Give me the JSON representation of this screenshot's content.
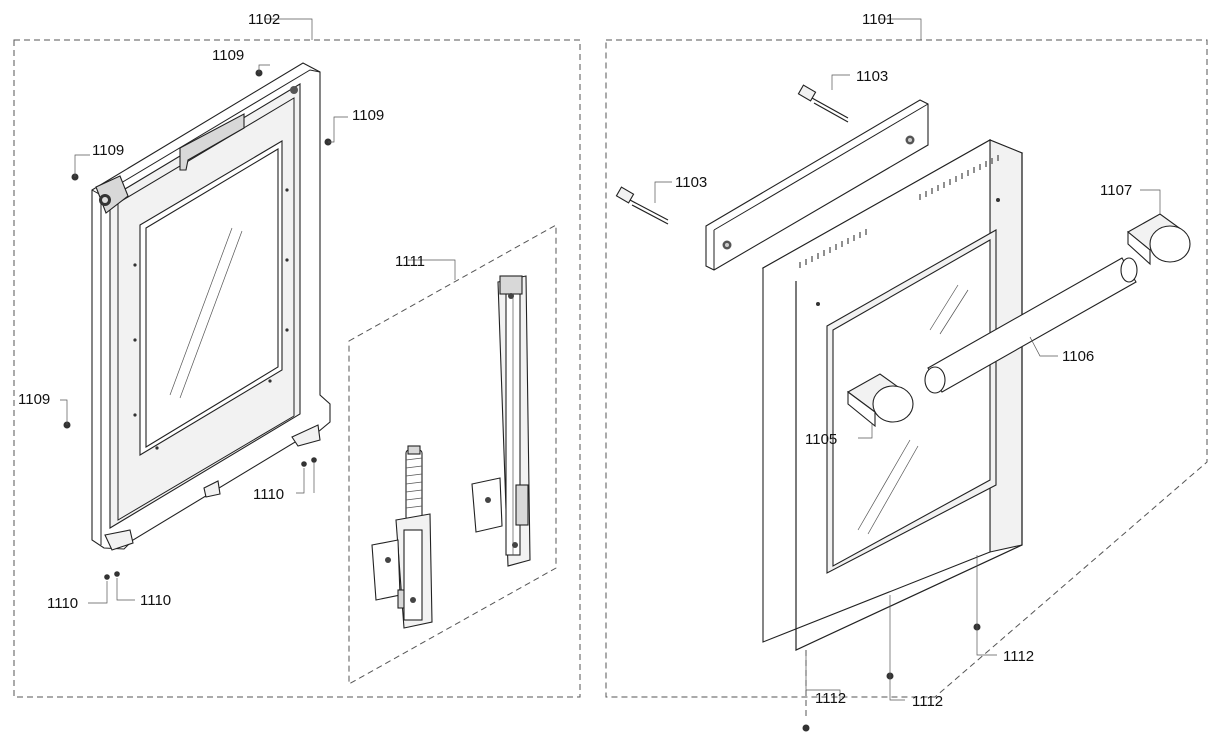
{
  "labels": {
    "l1101": "1101",
    "l1102": "1102",
    "l1103a": "1103",
    "l1103b": "1103",
    "l1105": "1105",
    "l1106": "1106",
    "l1107": "1107",
    "l1109a": "1109",
    "l1109b": "1109",
    "l1109c": "1109",
    "l1109d": "1109",
    "l1110a": "1110",
    "l1110b": "1110",
    "l1110c": "1110",
    "l1111": "1111",
    "l1112a": "1112",
    "l1112b": "1112",
    "l1112c": "1112"
  }
}
